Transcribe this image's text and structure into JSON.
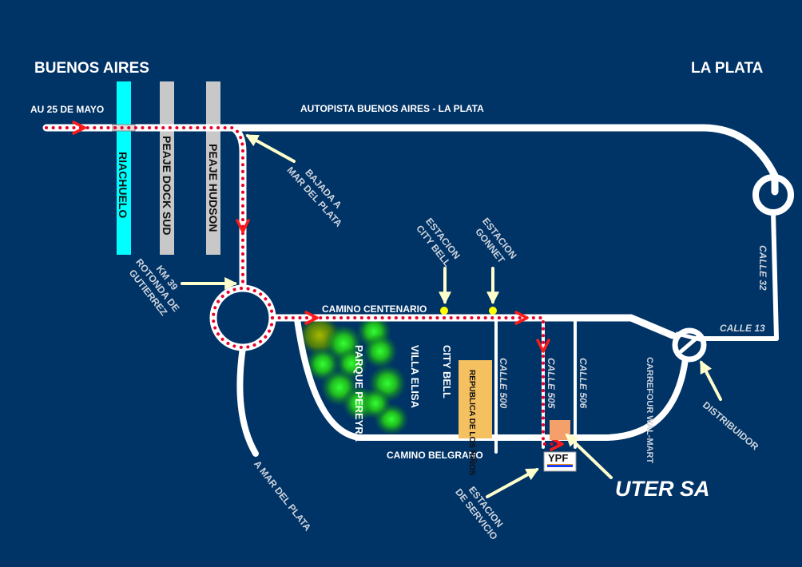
{
  "map": {
    "title_left": "BUENOS AIRES",
    "title_right": "LA PLATA",
    "colors": {
      "background": "#003366",
      "road": "#ffffff",
      "route_dots": "#e8002a",
      "route_arrow": "#ff1a1a",
      "riachuelo": "#00ffff",
      "toll": "#c8c8c8",
      "pointer_arrow": "#ffffcc",
      "station_dot": "#ffff00",
      "republica": "#f5c060",
      "uter_building": "#f5a06a",
      "park": "#22cc22"
    },
    "roads": {
      "au25": "AU 25 DE MAYO",
      "autopista": "AUTOPISTA BUENOS AIRES - LA PLATA",
      "camino_centenario": "CAMINO CENTENARIO",
      "camino_belgrano": "CAMINO BELGRANO",
      "calle_500": "CALLE 500",
      "calle_505": "CALLE 505",
      "calle_506": "CALLE 506",
      "calle_32": "CALLE 32",
      "calle_13": "CALLE 13",
      "a_mar_del_plata": "A MAR DEL PLATA"
    },
    "landmarks": {
      "riachuelo": "RIACHUELO",
      "peaje_dock_sud": "PEAJE DOCK SUD",
      "peaje_hudson": "PEAJE HUDSON",
      "bajada_1": "BAJADA A",
      "bajada_2": "MAR DEL PLATA",
      "rotonda_1": "KM 39",
      "rotonda_2": "ROTONDA DE",
      "rotonda_3": "GUTIERREZ",
      "est_city_bell_1": "ESTACION",
      "est_city_bell_2": "CITY BELL",
      "est_gonnet_1": "ESTACION",
      "est_gonnet_2": "GONNET",
      "parque_1": "PARQUE",
      "parque_2": "PEREYRA",
      "villa_elisa": "VILLA ELISA",
      "city_bell": "CITY BELL",
      "republica_1": "REPUBLICA DE",
      "republica_2": "LOS NIÑOS",
      "carrefour_1": "CARREFOUR",
      "carrefour_2": "WAL-MART",
      "distribuidor": "DISTRIBUIDOR",
      "estacion_servicio_1": "ESTACION",
      "estacion_servicio_2": "DE SERVICIO",
      "ypf": "YPF",
      "destination": "UTER SA"
    }
  }
}
